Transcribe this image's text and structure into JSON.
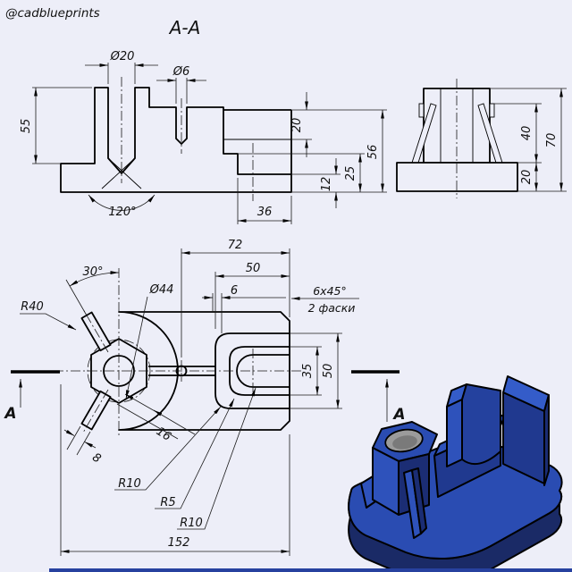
{
  "watermark": "@cadblueprints",
  "section_title": "A-A",
  "section_marks": {
    "left_label": "A",
    "right_label": "A"
  },
  "section_view": {
    "dims": {
      "d20": "Ø20",
      "d6": "Ø6",
      "h55": "55",
      "a120": "120°",
      "h20": "20",
      "h25": "25",
      "h12": "12",
      "h56": "56",
      "w36": "36"
    }
  },
  "front_view": {
    "dims": {
      "h40": "40",
      "h70": "70",
      "h20": "20"
    }
  },
  "plan_view": {
    "dims": {
      "a30": "30°",
      "d44": "Ø44",
      "r40": "R40",
      "w72": "72",
      "w50": "50",
      "w6": "6",
      "chamfer": "6x45°",
      "chamfer_note": "2 фаски",
      "w35": "35",
      "h50": "50",
      "w16": "16",
      "w8": "8",
      "r10a": "R10",
      "r5": "R5",
      "r10b": "R10",
      "len152": "152"
    }
  },
  "colors": {
    "background": "#edeef8",
    "line": "#000000",
    "accent_strip": "#27419f",
    "iso": {
      "top": "#2a4cb2",
      "light": "#2e52bb",
      "bright": "#345cc9",
      "mid": "#20398f",
      "pocket": "#24419e",
      "dark": "#1b2d74",
      "band": "#1a2a66",
      "hole_gray": "#9b9b9b",
      "hole_shade": "#7a7a7a"
    }
  }
}
